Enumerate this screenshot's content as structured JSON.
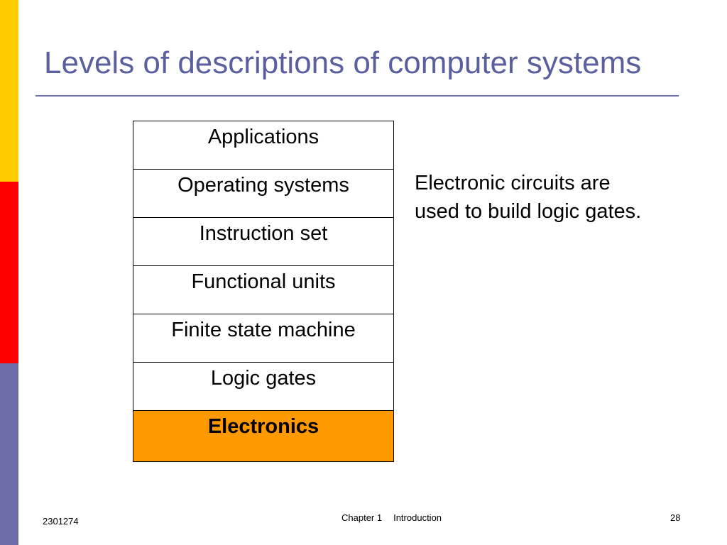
{
  "slide": {
    "title": "Levels of descriptions of computer systems",
    "levels": [
      {
        "label": "Applications"
      },
      {
        "label": "Operating systems"
      },
      {
        "label": "Instruction set"
      },
      {
        "label": "Functional units"
      },
      {
        "label": "Finite state machine"
      },
      {
        "label": "Logic gates"
      },
      {
        "label": "Electronics",
        "highlighted": true
      }
    ],
    "note": {
      "line1": "Electronic circuits are",
      "line2": "used to build logic gates."
    }
  },
  "footer": {
    "course_code": "2301274",
    "chapter": "Chapter 1",
    "section": "Introduction",
    "page_number": "28"
  },
  "colors": {
    "title_text": "#5b5f9e",
    "title_rule": "#6b6ba8",
    "bar_top": "#ffcc00",
    "bar_middle": "#ff0000",
    "bar_bottom": "#6b6ba8",
    "highlight_fill": "#ff9900"
  }
}
